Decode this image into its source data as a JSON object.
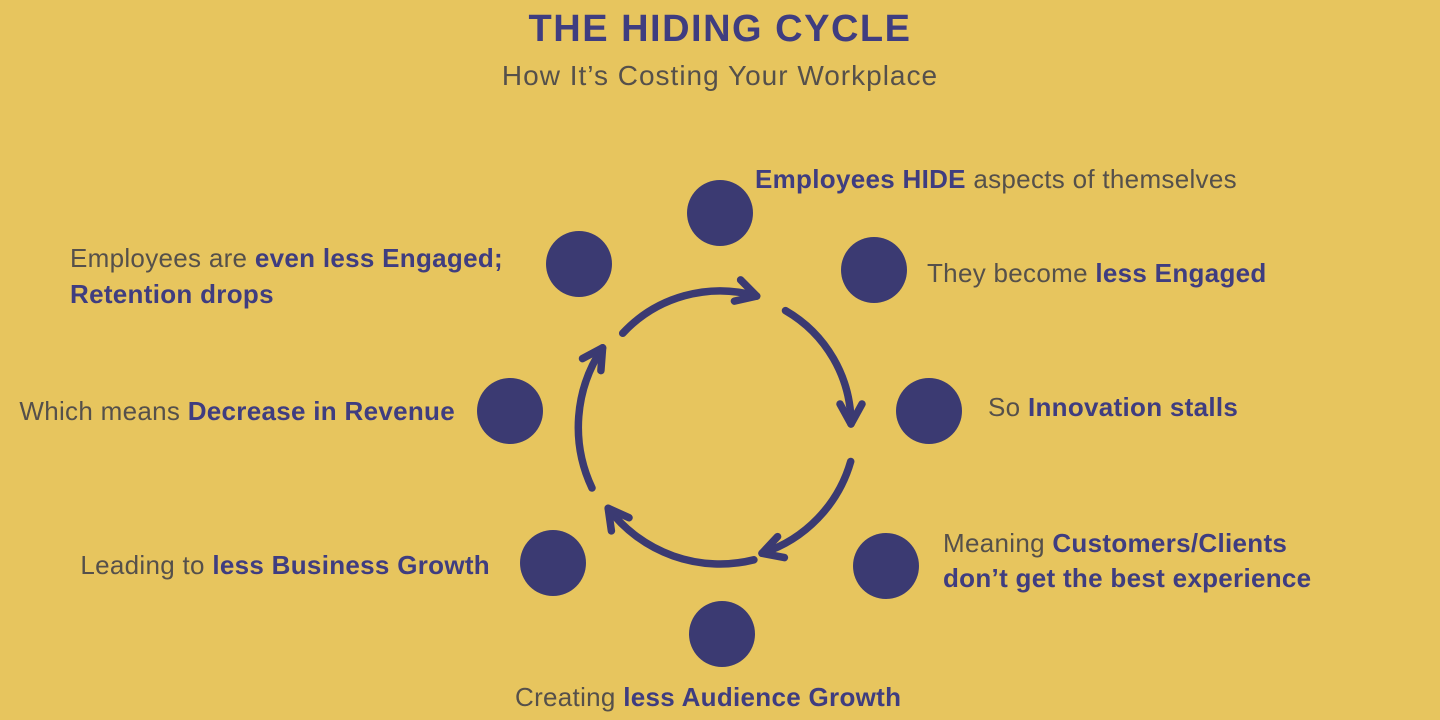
{
  "colors": {
    "background": "#e7c55e",
    "navy": "#3b3a72",
    "bold_text": "#3f3d80",
    "regular_text": "#55504b"
  },
  "header": {
    "title": "THE HIDING CYCLE",
    "subtitle": "How It’s Costing Your Workplace"
  },
  "cycle": {
    "direction": "clockwise",
    "node_count": 8,
    "arrow_count": 5,
    "steps": [
      {
        "position": "top",
        "lines": [
          {
            "segments": [
              {
                "t": "Employees HIDE",
                "b": true
              },
              {
                "t": " aspects of themselves",
                "b": false
              }
            ]
          }
        ]
      },
      {
        "position": "top-right",
        "lines": [
          {
            "segments": [
              {
                "t": "They become ",
                "b": false
              },
              {
                "t": "less Engaged",
                "b": true
              }
            ]
          }
        ]
      },
      {
        "position": "right",
        "lines": [
          {
            "segments": [
              {
                "t": "So ",
                "b": false
              },
              {
                "t": "Innovation stalls",
                "b": true
              }
            ]
          }
        ]
      },
      {
        "position": "bottom-right",
        "lines": [
          {
            "segments": [
              {
                "t": "Meaning ",
                "b": false
              },
              {
                "t": "Customers/Clients",
                "b": true
              }
            ]
          },
          {
            "segments": [
              {
                "t": "don’t get the best experience",
                "b": true
              }
            ]
          }
        ]
      },
      {
        "position": "bottom",
        "lines": [
          {
            "segments": [
              {
                "t": "Creating ",
                "b": false
              },
              {
                "t": "less Audience Growth",
                "b": true
              }
            ]
          }
        ]
      },
      {
        "position": "bottom-left",
        "lines": [
          {
            "segments": [
              {
                "t": "Leading to ",
                "b": false
              },
              {
                "t": "less Business Growth",
                "b": true
              }
            ]
          }
        ]
      },
      {
        "position": "left",
        "lines": [
          {
            "segments": [
              {
                "t": "Which means ",
                "b": false
              },
              {
                "t": "Decrease in Revenue",
                "b": true
              }
            ]
          }
        ]
      },
      {
        "position": "top-left",
        "lines": [
          {
            "segments": [
              {
                "t": "Employees are ",
                "b": false
              },
              {
                "t": "even less Engaged;",
                "b": true
              }
            ]
          },
          {
            "segments": [
              {
                "t": "Retention drops",
                "b": true
              }
            ]
          }
        ]
      }
    ]
  }
}
